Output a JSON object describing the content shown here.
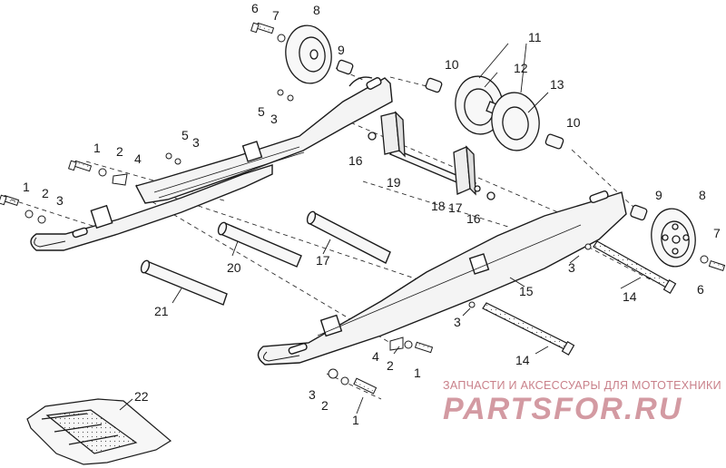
{
  "diagram": {
    "callouts": [
      {
        "key": "c6a",
        "text": "6"
      },
      {
        "key": "c7a",
        "text": "7"
      },
      {
        "key": "c8a",
        "text": "8"
      },
      {
        "key": "c9a",
        "text": "9"
      },
      {
        "key": "c11",
        "text": "11"
      },
      {
        "key": "c10a",
        "text": "10"
      },
      {
        "key": "c12",
        "text": "12"
      },
      {
        "key": "c13",
        "text": "13"
      },
      {
        "key": "c10b",
        "text": "10"
      },
      {
        "key": "c5a",
        "text": "5"
      },
      {
        "key": "c3a",
        "text": "3"
      },
      {
        "key": "c5b",
        "text": "5"
      },
      {
        "key": "c3b",
        "text": "3"
      },
      {
        "key": "c1a",
        "text": "1"
      },
      {
        "key": "c2a",
        "text": "2"
      },
      {
        "key": "c4a",
        "text": "4"
      },
      {
        "key": "c16a",
        "text": "16"
      },
      {
        "key": "c19",
        "text": "19"
      },
      {
        "key": "c1b",
        "text": "1"
      },
      {
        "key": "c2b",
        "text": "2"
      },
      {
        "key": "c3c",
        "text": "3"
      },
      {
        "key": "c18",
        "text": "18"
      },
      {
        "key": "c17a",
        "text": "17"
      },
      {
        "key": "c16b",
        "text": "16"
      },
      {
        "key": "c9b",
        "text": "9"
      },
      {
        "key": "c8b",
        "text": "8"
      },
      {
        "key": "c7b",
        "text": "7"
      },
      {
        "key": "c3d",
        "text": "3"
      },
      {
        "key": "c20",
        "text": "20"
      },
      {
        "key": "c17b",
        "text": "17"
      },
      {
        "key": "c15",
        "text": "15"
      },
      {
        "key": "c14a",
        "text": "14"
      },
      {
        "key": "c6b",
        "text": "6"
      },
      {
        "key": "c21",
        "text": "21"
      },
      {
        "key": "c3e",
        "text": "3"
      },
      {
        "key": "c4b",
        "text": "4"
      },
      {
        "key": "c2c",
        "text": "2"
      },
      {
        "key": "c1c",
        "text": "1"
      },
      {
        "key": "c14b",
        "text": "14"
      },
      {
        "key": "c22",
        "text": "22"
      },
      {
        "key": "c3f",
        "text": "3"
      },
      {
        "key": "c2d",
        "text": "2"
      },
      {
        "key": "c1d",
        "text": "1"
      }
    ]
  },
  "watermark": {
    "caption": "ЗАПЧАСТИ И АКСЕССУАРЫ ДЛЯ МОТОТЕХНИКИ",
    "logo": "PARTSFOR.RU",
    "color": "#c9808a"
  },
  "colors": {
    "ink": "#1a1a1a",
    "paper": "#ffffff",
    "fill": "#f4f4f4"
  }
}
